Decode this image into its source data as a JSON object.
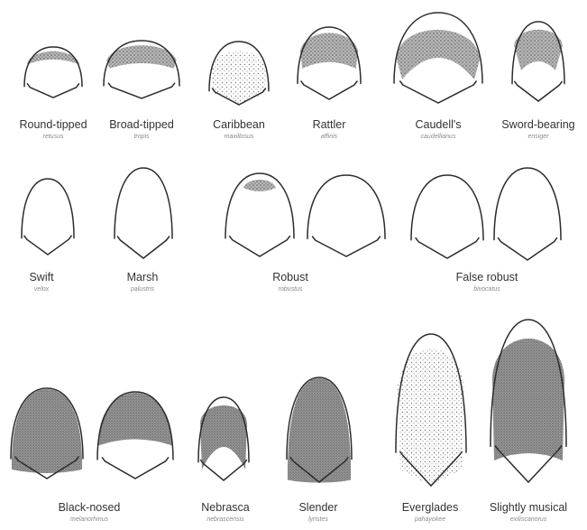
{
  "colors": {
    "ink": "#2b2b2b",
    "stipple": "#8c8c8c",
    "fill": "#a6a6a6",
    "paper": "#ffffff"
  },
  "rows": [
    {
      "species": [
        {
          "common": "Round-tipped",
          "latin": "retusus"
        },
        {
          "common": "Broad-tipped",
          "latin": "tropis"
        },
        {
          "common": "Caribbean",
          "latin": "maxillosus"
        },
        {
          "common": "Rattler",
          "latin": "affinis"
        },
        {
          "common": "Caudell's",
          "latin": "caudellianus"
        },
        {
          "common": "Sword-bearing",
          "latin": "ensiger"
        }
      ]
    },
    {
      "species": [
        {
          "common": "Swift",
          "latin": "velox"
        },
        {
          "common": "Marsh",
          "latin": "palustris"
        },
        {
          "common": "Robust",
          "latin": "robustus"
        },
        {
          "common": "False robust",
          "latin": "bivocatus"
        }
      ]
    },
    {
      "species": [
        {
          "common": "Black-nosed",
          "latin": "melanorhinus"
        },
        {
          "common": "Nebrasca",
          "latin": "nebrascensis"
        },
        {
          "common": "Slender",
          "latin": "lyristes"
        },
        {
          "common": "Everglades",
          "latin": "pahayokee"
        },
        {
          "common": "Slightly musical",
          "latin": "exiliscanorus"
        }
      ]
    }
  ]
}
